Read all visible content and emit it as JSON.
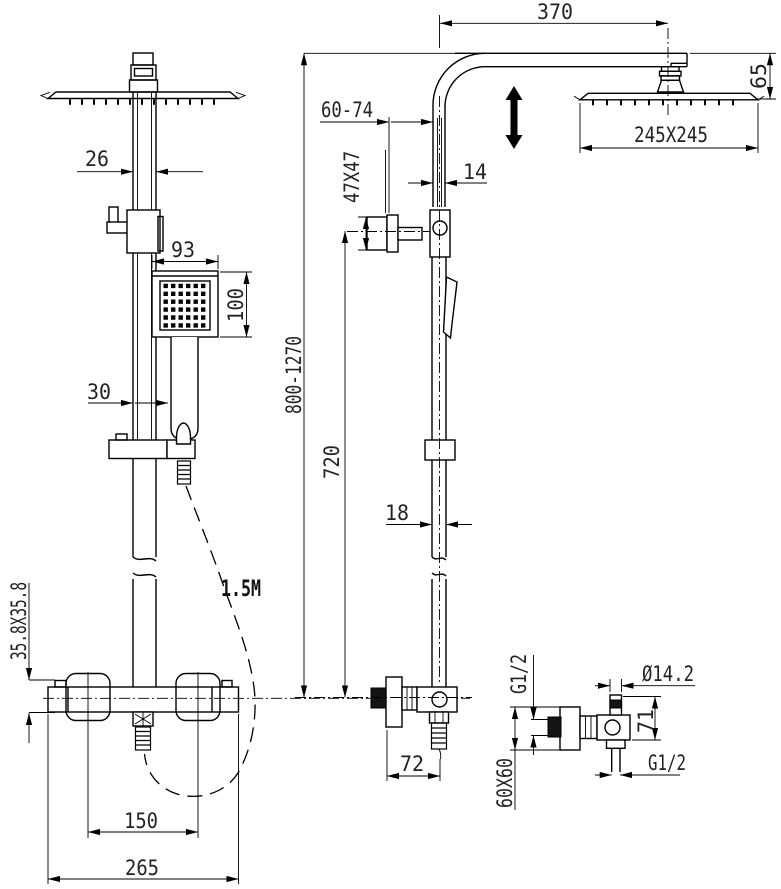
{
  "drawing": {
    "type": "shower-system-technical-drawing",
    "colors": {
      "line": "#000000",
      "background": "#ffffff",
      "text": "#222222"
    },
    "front_view": {
      "pipe_width": "26",
      "handset_width": "93",
      "handset_face_height": "100",
      "handset_offset": "30",
      "hose_length": "1.5M",
      "mixer_body_section": "35.8X35.8",
      "inlet_center_distance": "150",
      "mixer_overall_width": "265"
    },
    "side_view": {
      "arm_reach": "370",
      "head_edge_height": "65",
      "head_size": "245X245",
      "wall_clearance_range": "60-74",
      "bracket_plate_size": "47X47",
      "upper_tube_width": "14",
      "overall_height_range": "800-1270",
      "riser_tube_length": "720",
      "lower_tube_width": "18",
      "valve_projection": "72"
    },
    "valve_detail": {
      "wall_inlet_thread": "G1/2",
      "inlet_bore_diameter": "Ø14.2",
      "body_height": "71",
      "outlet_thread": "G1/2",
      "wall_plate_size": "60X60"
    }
  }
}
